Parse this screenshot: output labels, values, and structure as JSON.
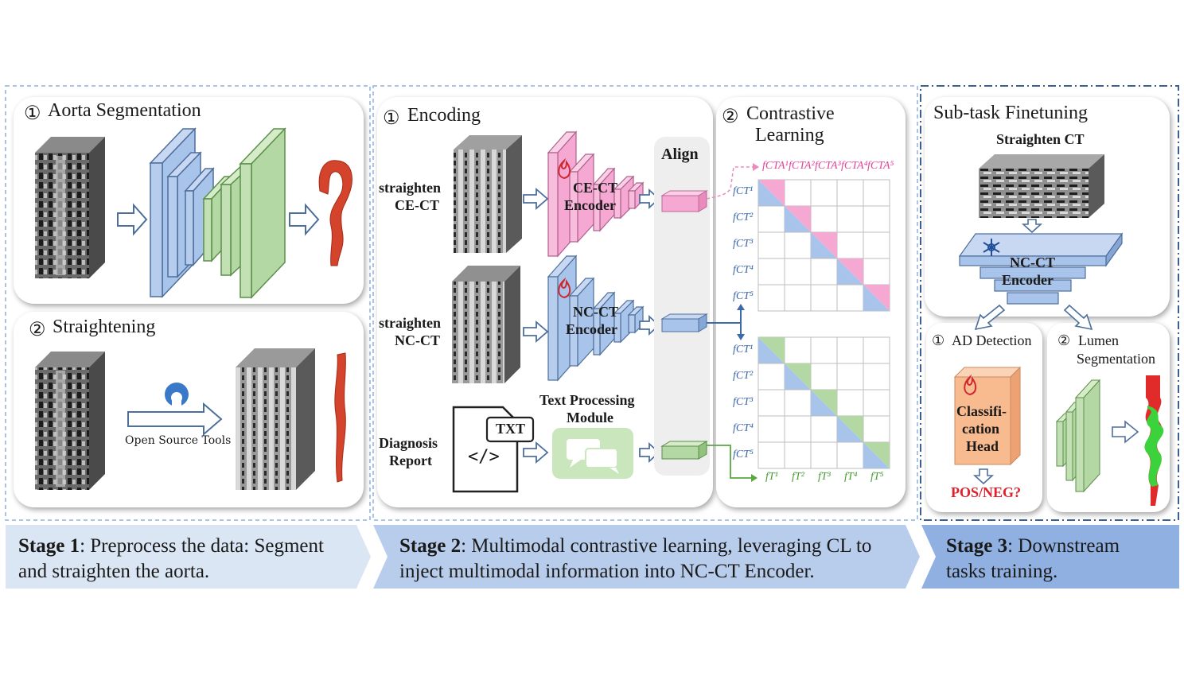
{
  "stage1": {
    "panel1_num": "①",
    "panel1_title": "Aorta Segmentation",
    "panel2_num": "②",
    "panel2_title": "Straightening",
    "tool_label": "Open Source Tools",
    "banner_bold": "Stage 1",
    "banner_line1": ": Preprocess the data: Segment",
    "banner_line2": "and straighten the aorta."
  },
  "stage2": {
    "encoding_num": "①",
    "encoding_title": "Encoding",
    "contrastive_num": "②",
    "contrastive_title_1": "Contrastive",
    "contrastive_title_2": "Learning",
    "input1_line1": "straighten",
    "input1_line2": "CE-CT",
    "input2_line1": "straighten",
    "input2_line2": "NC-CT",
    "input3_line1": "Diagnosis",
    "input3_line2": "Report",
    "enc1_line1": "CE-CT",
    "enc1_line2": "Encoder",
    "enc2_line1": "NC-CT",
    "enc2_line2": "Encoder",
    "text_module_line1": "Text Processing",
    "text_module_line2": "Module",
    "doc_tag": "TXT",
    "doc_code": "</>",
    "align_label": "Align",
    "cta_labels": [
      "fCTA¹",
      "fCTA²",
      "fCTA³",
      "fCTA⁴",
      "fCTA⁵"
    ],
    "ct_labels_1": [
      "fCT¹",
      "fCT²",
      "fCT³",
      "fCT⁴",
      "fCT⁵"
    ],
    "ct_labels_2": [
      "fCT¹",
      "fCT²",
      "fCT³",
      "fCT⁴",
      "fCT⁵"
    ],
    "t_labels": [
      "fT¹",
      "fT²",
      "fT³",
      "fT⁴",
      "fT⁵"
    ],
    "banner_bold": "Stage 2",
    "banner_line1": ": Multimodal contrastive learning, leveraging CL to",
    "banner_line2": "inject multimodal information into NC-CT Encoder."
  },
  "stage3": {
    "title": "Sub-task Finetuning",
    "input_label": "Straighten CT",
    "enc_line1": "NC-CT",
    "enc_line2": "Encoder",
    "ad_num": "①",
    "ad_title": "AD Detection",
    "lumen_num": "②",
    "lumen_title_1": "Lumen",
    "lumen_title_2": "Segmentation",
    "head_line1": "Classifi-",
    "head_line2": "cation",
    "head_line3": "Head",
    "output_label": "POS/NEG?",
    "banner_bold": "Stage 3",
    "banner_line1": ": Downstream",
    "banner_line2": "tasks training."
  },
  "colors": {
    "blue": "#a9c4ea",
    "green": "#b3d8a3",
    "pink": "#f5a9d2",
    "banner_light": "#dbe6f5",
    "banner_mid": "#b8cdeb",
    "banner_dark": "#8fb0e0",
    "aorta_red": "#d4432b",
    "dash_blue": "#7b9cc6"
  }
}
